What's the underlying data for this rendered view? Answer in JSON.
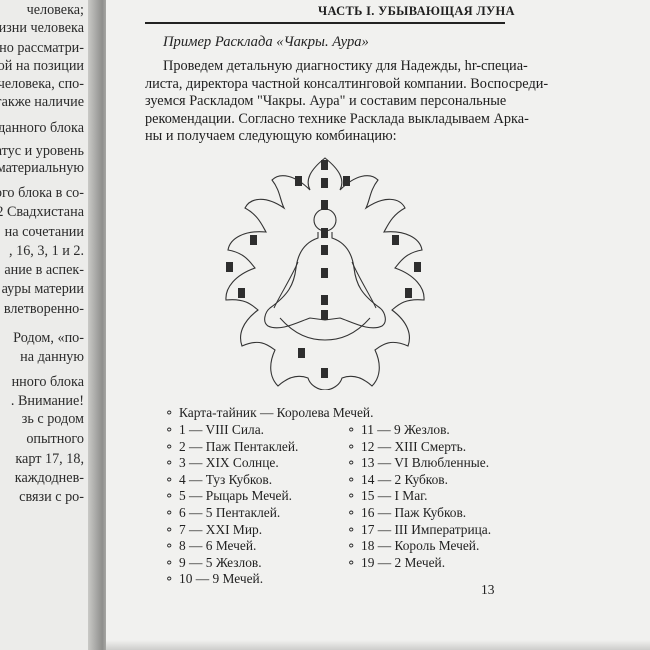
{
  "left_page": {
    "lines": [
      "человека;",
      "жизни человека",
      "ожно рассматри-",
      "той на позиции",
      "человека, спо-",
      "также наличие",
      "данного блока",
      "атус и уровень",
      "материальную",
      "ого блока в со-",
      "2 Свадхистана",
      "на сочетании",
      ", 16, 3, 1 и 2.",
      "ание в аспек-",
      "ауры материи",
      "влетворенно-",
      "Родом, «по-",
      "на данную",
      "нного блока",
      ". Внимание!",
      "зь с родом",
      "опытного",
      "карт 17, 18,",
      "каждоднев-",
      "связи с ро-"
    ]
  },
  "header": {
    "title": "ЧАСТЬ I. УБЫВАЮЩАЯ ЛУНА"
  },
  "section_title": "Пример Расклада «Чакры. Аура»",
  "paragraph": {
    "lines": [
      "Проведем детальную диагностику для Надежды, hr-специа-",
      "листа, директора частной консалтинговой компании. Воспосреди-",
      "зуемся Раскладом \"Чакры. Аура\" и составим персональные",
      "рекомендации. Согласно технике Расклада выкладываем Арка-",
      "ны и получаем следующую комбинацию:"
    ]
  },
  "list": {
    "bullet": "∘",
    "first": "Карта-тайник — Королева Мечей.",
    "left_column": [
      "1 — VIII Сила.",
      "2 — Паж Пентаклей.",
      "3 — XIX Солнце.",
      "4 — Туз Кубков.",
      "5 — Рыцарь Мечей.",
      "6 — 5 Пентаклей.",
      "7 — XXI Мир.",
      "8 — 6 Мечей.",
      "9 — 5 Жезлов.",
      "10 — 9 Мечей."
    ],
    "right_column": [
      "11 — 9 Жезлов.",
      "12 — XIII Смерть.",
      "13 — VI Влюбленные.",
      "14 — 2 Кубков.",
      "15 — I Маг.",
      "16 — Паж Кубков.",
      "17 — III Императрица.",
      "18 — Король Мечей.",
      "19 — 2 Мечей."
    ]
  },
  "page_number": "13"
}
